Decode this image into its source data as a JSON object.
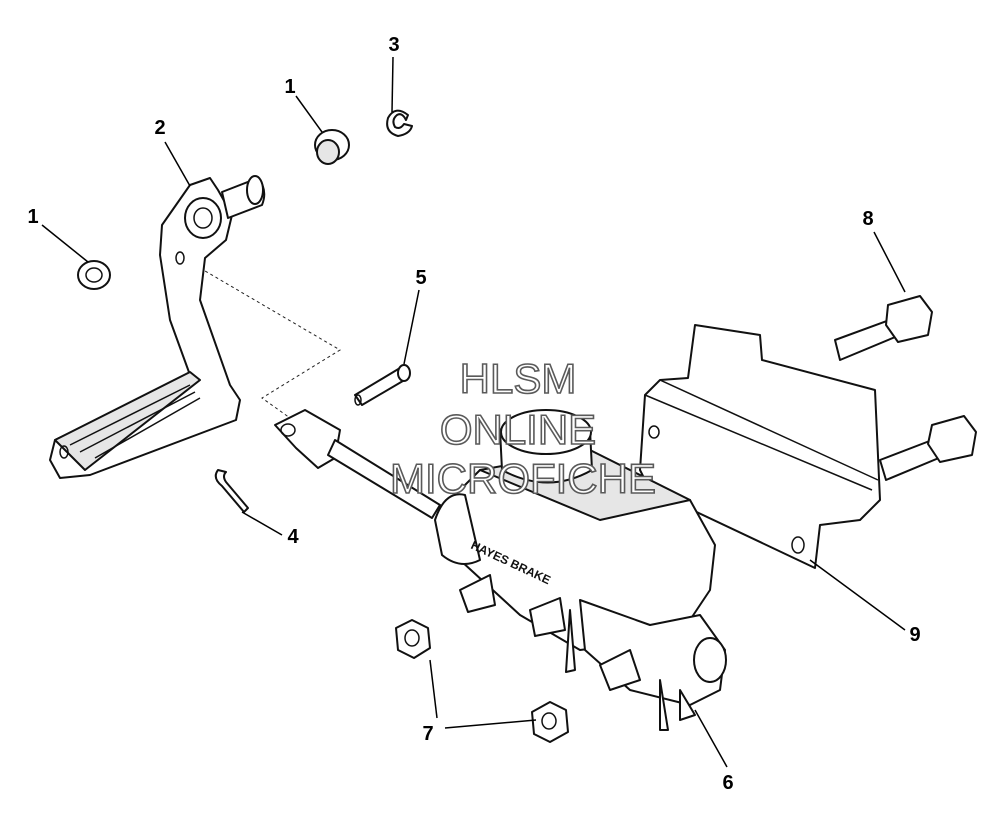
{
  "watermark": {
    "line1": "HLSM",
    "line2": "ONLINE",
    "line3": "MICROFICHE"
  },
  "reservoir_text": "HAYES BRAKE",
  "callouts": [
    {
      "id": "c1a",
      "label": "1"
    },
    {
      "id": "c2",
      "label": "2"
    },
    {
      "id": "c1b",
      "label": "1"
    },
    {
      "id": "c3",
      "label": "3"
    },
    {
      "id": "c4",
      "label": "4"
    },
    {
      "id": "c5",
      "label": "5"
    },
    {
      "id": "c6",
      "label": "6"
    },
    {
      "id": "c7",
      "label": "7"
    },
    {
      "id": "c8",
      "label": "8"
    },
    {
      "id": "c9",
      "label": "9"
    }
  ]
}
